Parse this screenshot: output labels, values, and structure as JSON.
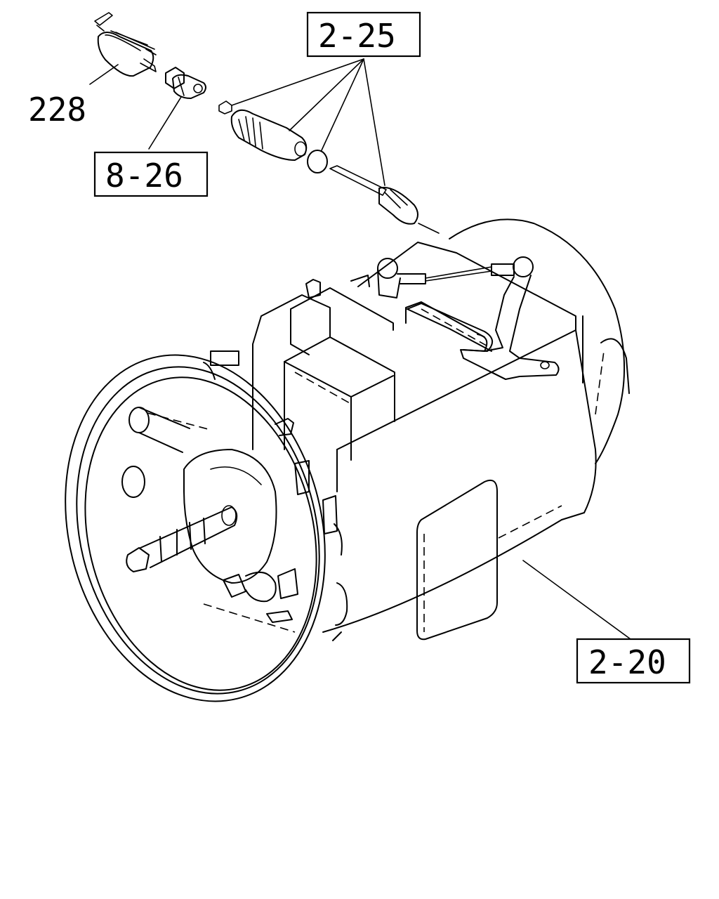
{
  "diagram": {
    "callouts": {
      "c228": "228",
      "c826": "8-26",
      "c225": "2-25",
      "c220": "2-20"
    }
  }
}
